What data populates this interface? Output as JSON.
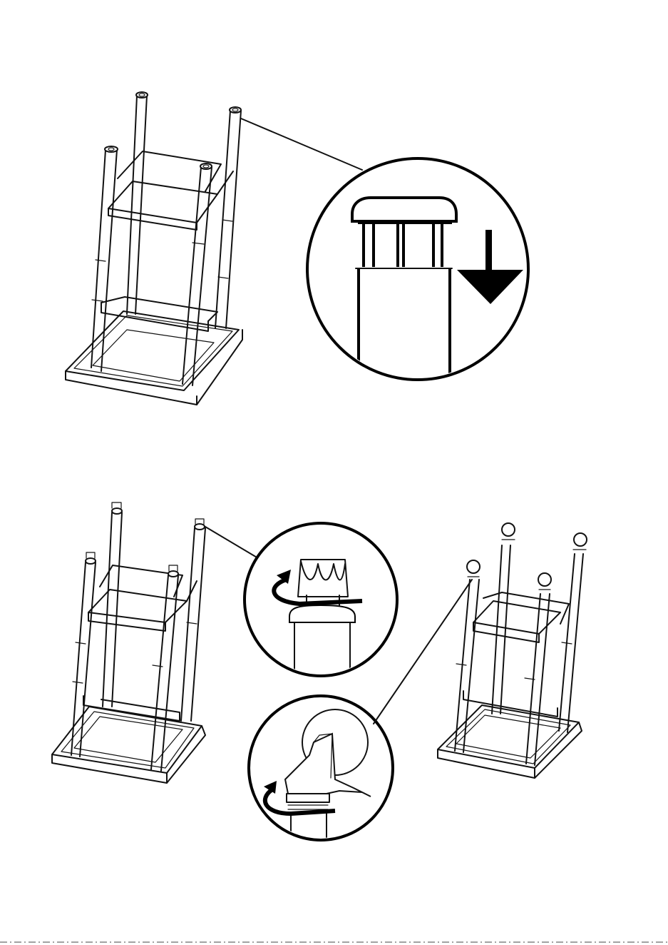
{
  "diagram": {
    "steps": [
      {
        "id": "step-1",
        "parts": [
          "stool-frame",
          "leg-cap",
          "push-down-arrow"
        ]
      },
      {
        "id": "step-2",
        "parts": [
          "stool-frame",
          "leg-screw-socket",
          "caster-wheel",
          "rotate-arrow"
        ]
      }
    ]
  }
}
